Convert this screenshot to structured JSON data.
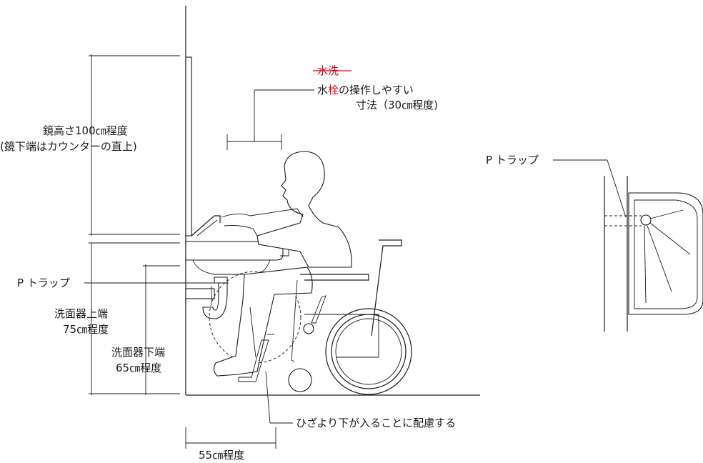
{
  "labels": {
    "strike_word": "水洗",
    "faucet_line1_pre": "水",
    "faucet_line1_red": "栓",
    "faucet_line1_post": "の操作しやすい",
    "faucet_line2": "寸法（30㎝程度)",
    "mirror_line1": "鏡高さ100㎝程度",
    "mirror_line2": "(鏡下端はカウンターの直上)",
    "ptrap_right": "P トラップ",
    "ptrap_left": "P トラップ",
    "basin_top_line1": "洗面器上端",
    "basin_top_line2": "75㎝程度",
    "basin_bottom_line1": "洗面器下端",
    "basin_bottom_line2": "65㎝程度",
    "knee_note": "ひざより下が入ることに配慮する",
    "depth_label": "55㎝程度"
  },
  "colors": {
    "line": "#1a1a1a",
    "highlight": "#e60012",
    "background": "#ffffff"
  }
}
